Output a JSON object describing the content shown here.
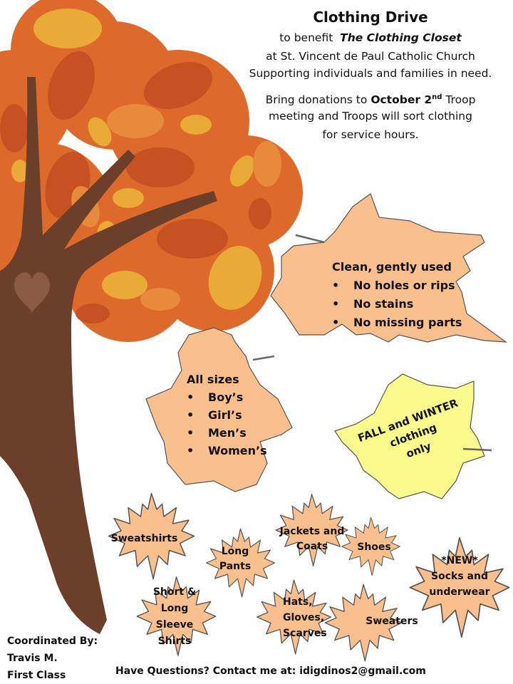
{
  "header": {
    "title": "Clothing Drive",
    "line1_prefix": "to benefit",
    "line1_name": "The Clothing Closet",
    "line2": "at St. Vincent de Paul Catholic Church",
    "line3": "Supporting individuals and  families in need.",
    "dropoff_prefix": "Bring donations to",
    "dropoff_date": "October 2",
    "dropoff_date_sup": "nd",
    "dropoff_suffix": "Troop",
    "dropoff_line2": "meeting and Troops will sort clothing",
    "dropoff_line3": "for service hours."
  },
  "condition_leaf": {
    "heading": "Clean, gently used",
    "items": [
      "No holes or rips",
      "No stains",
      "No missing parts"
    ]
  },
  "sizes_leaf": {
    "heading": "All sizes",
    "items": [
      "Boy’s",
      "Girl’s",
      "Men’s",
      "Women’s"
    ]
  },
  "season_leaf": {
    "line1": "FALL and WINTER",
    "line2": "clothing",
    "line3": "only"
  },
  "item_leaves": [
    {
      "label": "Sweatshirts"
    },
    {
      "label": "Long Pants"
    },
    {
      "label": "Jackets and Coats"
    },
    {
      "label": "Shoes"
    },
    {
      "label": "*NEW* Socks and underwear"
    },
    {
      "label": "Short & Long Sleeve Shirts"
    },
    {
      "label": "Hats, Gloves, Scarves"
    },
    {
      "label": "Sweaters"
    }
  ],
  "item_lines": {
    "sweatshirts": [
      "Sweatshirts"
    ],
    "long_pants": [
      "Long",
      "Pants"
    ],
    "jackets": [
      "Jackets and",
      "Coats"
    ],
    "shoes": [
      "Shoes"
    ],
    "socks": [
      "*NEW*",
      "Socks and",
      "underwear"
    ],
    "shirts": [
      "Short &",
      "Long",
      "Sleeve",
      "Shirts"
    ],
    "hats": [
      "Hats,",
      "Gloves,",
      "Scarves"
    ],
    "sweaters": [
      "Sweaters"
    ]
  },
  "footer": {
    "coordinator_label": "Coordinated By:",
    "coordinator_name": "Travis M.",
    "coordinator_rank": "First Class",
    "contact": "Have Questions? Contact me at: idigdinos2@gmail.com"
  },
  "colors": {
    "tree_orange": "#DD6A2A",
    "leaf_dark": "#C75123",
    "leaf_mid": "#E88A3C",
    "leaf_gold": "#E9AA38",
    "trunk": "#6B3F2A",
    "peach_leaf": "#F9C08E",
    "yellow_leaf": "#FBFB8C",
    "outline": "#555555"
  }
}
